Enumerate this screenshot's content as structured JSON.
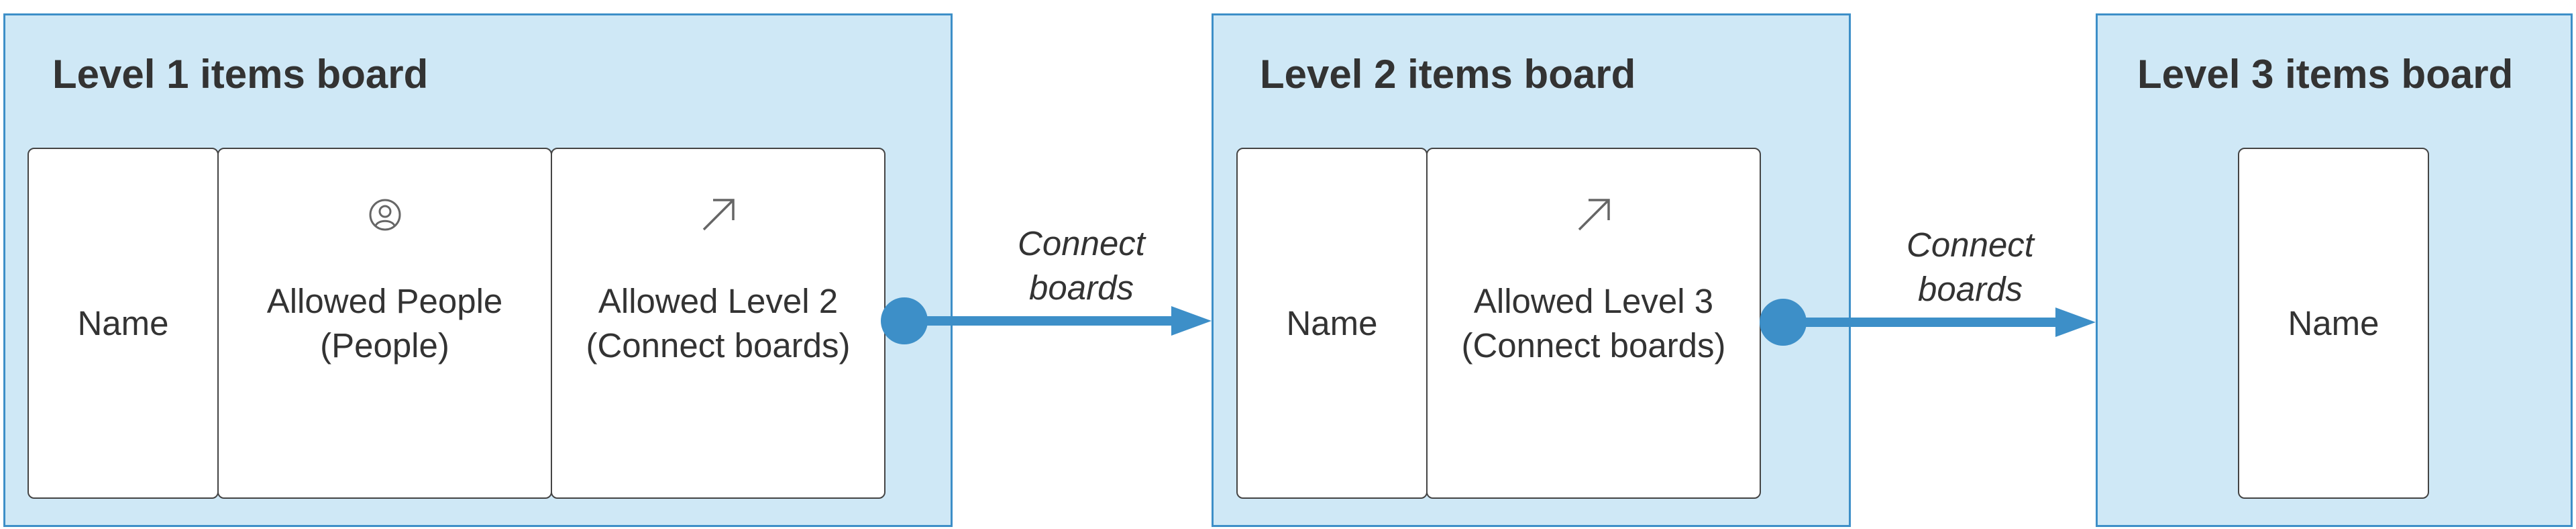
{
  "colors": {
    "board_fill": "#cfe8f6",
    "board_border": "#3d8fc8",
    "connector": "#3d8fc8",
    "column_fill": "#ffffff",
    "column_border": "#444444",
    "text": "#333333",
    "icon": "#666666"
  },
  "boards": [
    {
      "title": "Level 1 items board",
      "columns": [
        {
          "label": "Name",
          "icon": ""
        },
        {
          "label": "Allowed People\n(People)",
          "icon": "person-circle-icon"
        },
        {
          "label": "Allowed Level 2\n(Connect boards)",
          "icon": "arrow-up-right-icon"
        }
      ]
    },
    {
      "title": "Level 2 items board",
      "columns": [
        {
          "label": "Name",
          "icon": ""
        },
        {
          "label": "Allowed Level 3\n(Connect boards)",
          "icon": "arrow-up-right-icon"
        }
      ]
    },
    {
      "title": "Level 3 items board",
      "columns": [
        {
          "label": "Name",
          "icon": ""
        }
      ]
    }
  ],
  "connectors": [
    {
      "from": "Allowed Level 2 (Connect boards)",
      "to": "Level 2 items board",
      "label": "Connect\nboards"
    },
    {
      "from": "Allowed Level 3 (Connect boards)",
      "to": "Level 3 items board",
      "label": "Connect\nboards"
    }
  ]
}
